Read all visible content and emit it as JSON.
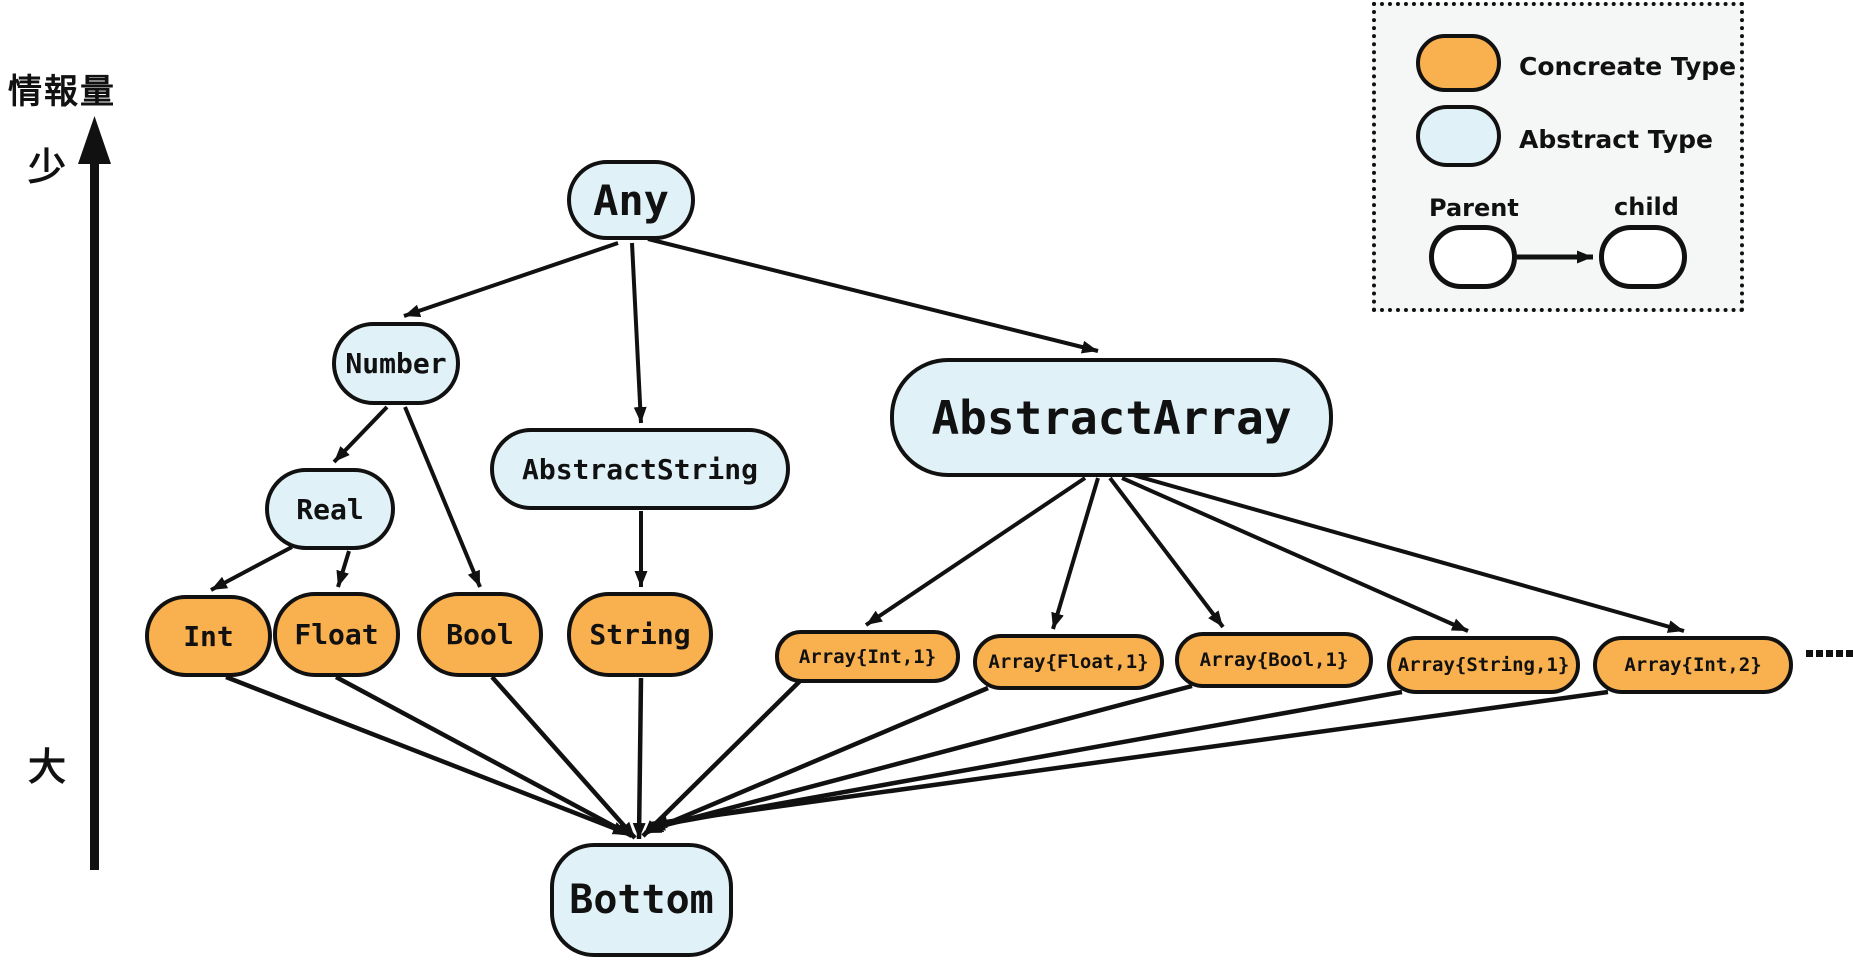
{
  "axis": {
    "title": "情報量",
    "top_label": "少",
    "bottom_label": "大"
  },
  "legend": {
    "concrete_label": "Concreate Type",
    "abstract_label": "Abstract Type",
    "parent_label": "Parent",
    "child_label": "child"
  },
  "colors": {
    "concrete_fill": "#F9B04E",
    "abstract_fill": "#E0F2F8",
    "node_border": "#111111",
    "edge": "#111111",
    "legend_bg": "#F5F6F6",
    "background": "#FFFFFF"
  },
  "nodes": {
    "any": {
      "label": "Any",
      "type": "abstract"
    },
    "number": {
      "label": "Number",
      "type": "abstract"
    },
    "real": {
      "label": "Real",
      "type": "abstract"
    },
    "abstract_string": {
      "label": "AbstractString",
      "type": "abstract"
    },
    "abstract_array": {
      "label": "AbstractArray",
      "type": "abstract"
    },
    "int": {
      "label": "Int",
      "type": "concrete"
    },
    "float": {
      "label": "Float",
      "type": "concrete"
    },
    "bool": {
      "label": "Bool",
      "type": "concrete"
    },
    "string": {
      "label": "String",
      "type": "concrete"
    },
    "array_int_1": {
      "label": "Array{Int,1}",
      "type": "concrete"
    },
    "array_float_1": {
      "label": "Array{Float,1}",
      "type": "concrete"
    },
    "array_bool_1": {
      "label": "Array{Bool,1}",
      "type": "concrete"
    },
    "array_string_1": {
      "label": "Array{String,1}",
      "type": "concrete"
    },
    "array_int_2": {
      "label": "Array{Int,2}",
      "type": "concrete"
    },
    "bottom": {
      "label": "Bottom",
      "type": "abstract"
    }
  },
  "edges": [
    [
      "Any",
      "Number"
    ],
    [
      "Any",
      "AbstractString"
    ],
    [
      "Any",
      "AbstractArray"
    ],
    [
      "Number",
      "Real"
    ],
    [
      "Number",
      "Bool"
    ],
    [
      "Real",
      "Int"
    ],
    [
      "Real",
      "Float"
    ],
    [
      "AbstractString",
      "String"
    ],
    [
      "AbstractArray",
      "Array{Int,1}"
    ],
    [
      "AbstractArray",
      "Array{Float,1}"
    ],
    [
      "AbstractArray",
      "Array{Bool,1}"
    ],
    [
      "AbstractArray",
      "Array{String,1}"
    ],
    [
      "AbstractArray",
      "Array{Int,2}"
    ],
    [
      "Int",
      "Bottom"
    ],
    [
      "Float",
      "Bottom"
    ],
    [
      "Bool",
      "Bottom"
    ],
    [
      "String",
      "Bottom"
    ],
    [
      "Array{Int,1}",
      "Bottom"
    ],
    [
      "Array{Float,1}",
      "Bottom"
    ],
    [
      "Array{Bool,1}",
      "Bottom"
    ],
    [
      "Array{String,1}",
      "Bottom"
    ],
    [
      "Array{Int,2}",
      "Bottom"
    ]
  ]
}
